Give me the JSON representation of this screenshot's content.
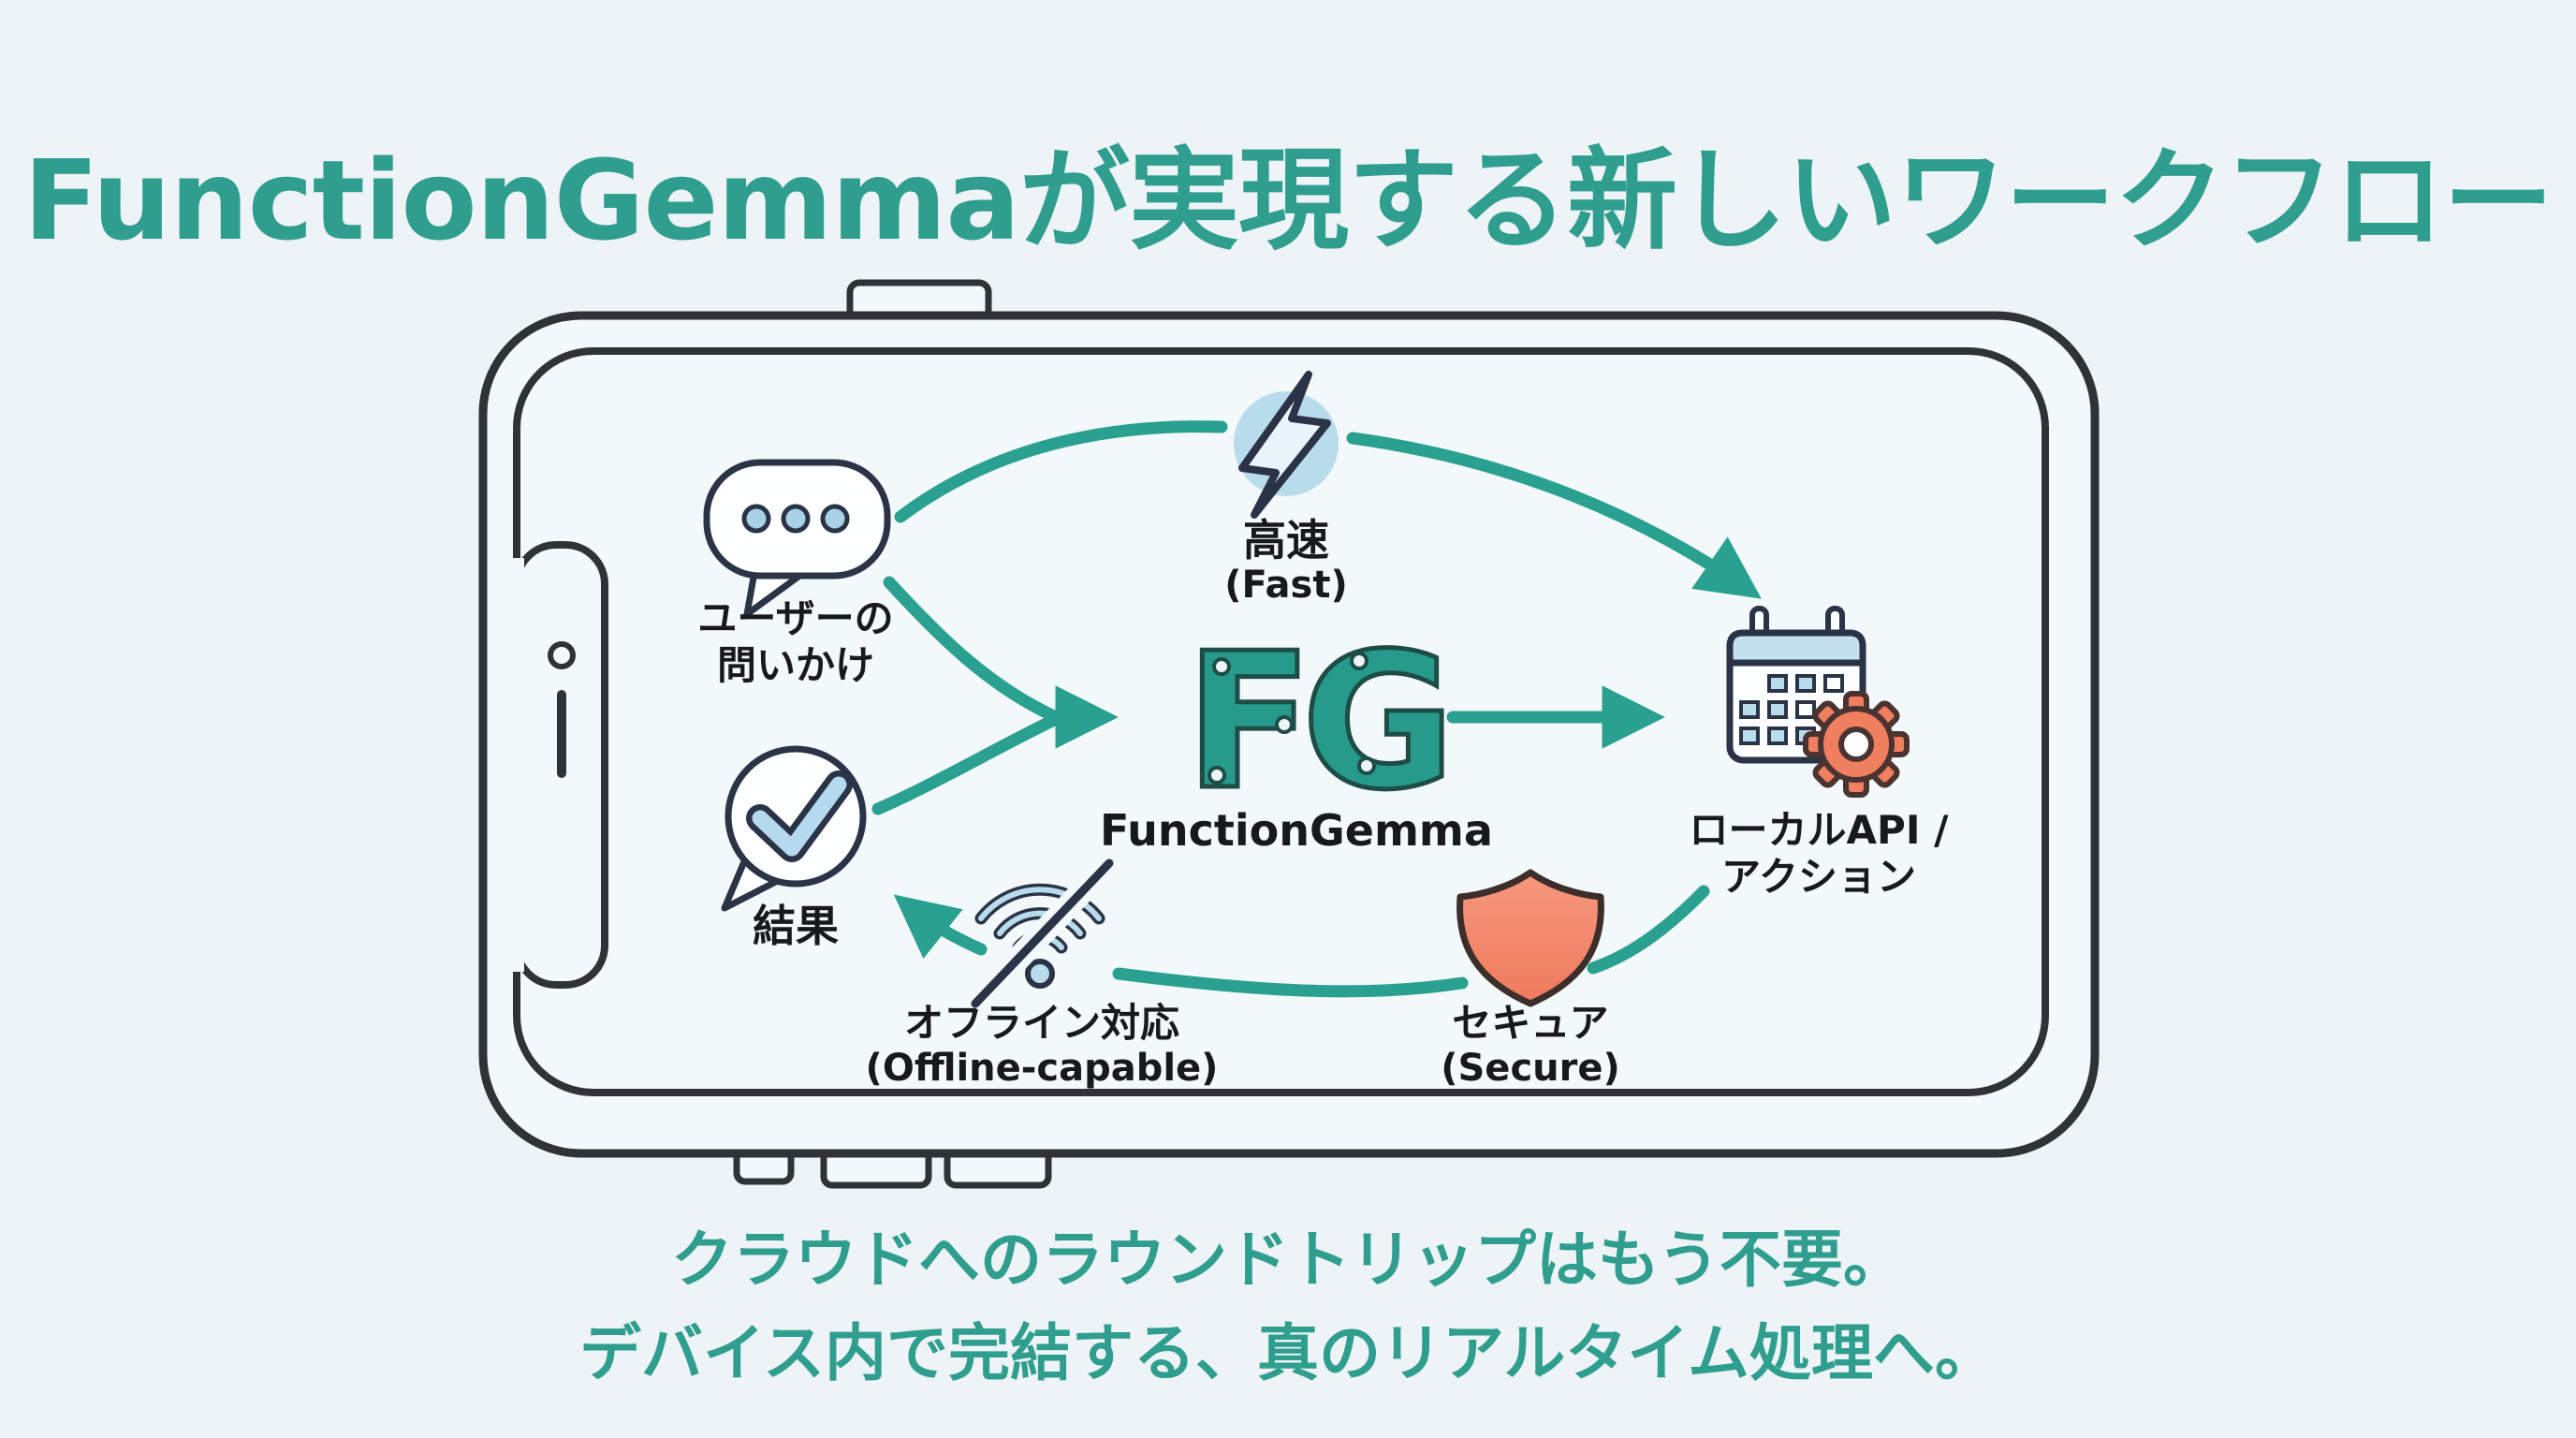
{
  "title": "FunctionGemmaが実現する新しいワークフロー",
  "colors": {
    "accent_teal": "#2aa190",
    "title_teal": "#2f9e8e",
    "outline_dark": "#2b3446",
    "light_blue": "#b9dcec",
    "coral": "#f2826a",
    "background": "#edf3f6"
  },
  "diagram": {
    "nodes": {
      "user_query": {
        "icon": "chat-bubble-icon",
        "label_line1": "ユーザーの",
        "label_line2": "問いかけ"
      },
      "fast": {
        "icon": "lightning-icon",
        "label": "高速",
        "sublabel": "(Fast)"
      },
      "function_gemma": {
        "logo_text": "FG",
        "label": "FunctionGemma"
      },
      "local_api": {
        "icon": "calendar-gear-icon",
        "label_line1": "ローカルAPI /",
        "label_line2": "アクション"
      },
      "secure": {
        "icon": "shield-icon",
        "label": "セキュア",
        "sublabel": "(Secure)"
      },
      "offline": {
        "icon": "wifi-off-icon",
        "label": "オフライン対応",
        "sublabel": "(Offline-capable)"
      },
      "result": {
        "icon": "check-bubble-icon",
        "label": "結果"
      }
    }
  },
  "footer": {
    "line1": "クラウドへのラウンドトリップはもう不要。",
    "line2": "デバイス内で完結する、真のリアルタイム処理へ。"
  }
}
